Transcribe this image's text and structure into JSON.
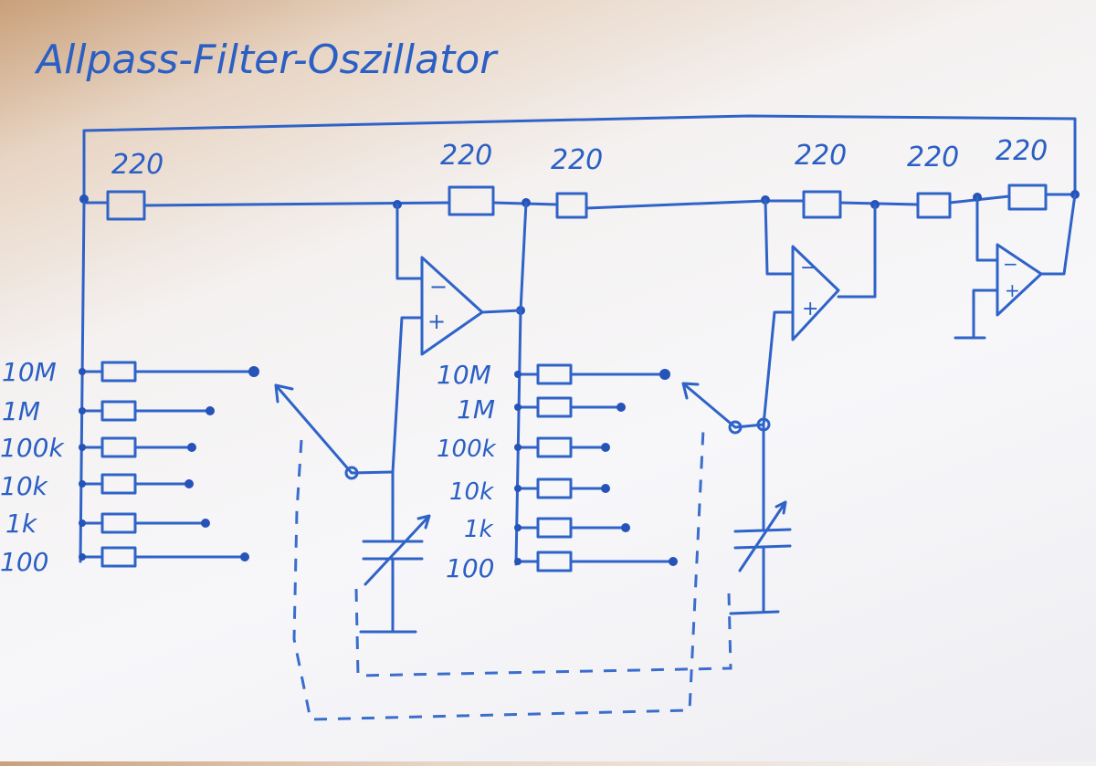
{
  "title": "Allpass-Filter-Oszillator",
  "colors": {
    "ink": "#2f63c8",
    "paper": "#f6f6f8"
  },
  "top_resistors": [
    "220",
    "220",
    "220",
    "220",
    "220",
    "220"
  ],
  "ladder_left": [
    "10M",
    "1M",
    "100k",
    "10k",
    "1k",
    "100"
  ],
  "ladder_right": [
    "10M",
    "1M",
    "100k",
    "10k",
    "1k",
    "100"
  ],
  "opamp_signs": {
    "minus": "−",
    "plus": "+"
  }
}
